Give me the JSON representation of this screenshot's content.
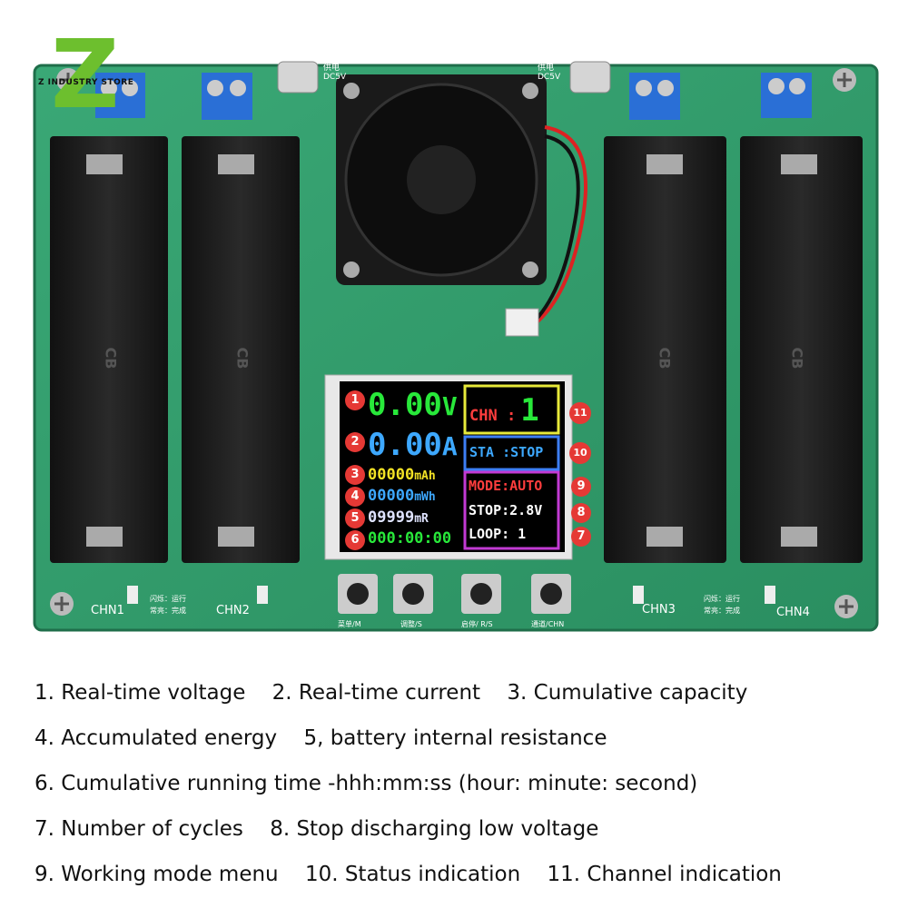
{
  "brand": {
    "logo_letter": "Z",
    "name": "Z INDUSTRY STORE"
  },
  "board": {
    "power_labels": [
      "供电 DC5V",
      "供电 DC5V"
    ],
    "channel_labels": [
      "CHN1",
      "CHN2",
      "CHN3",
      "CHN4"
    ],
    "led_legend_flash": "闪烁：运行",
    "led_legend_solid": "常亮：完成",
    "cell_marking": "CB",
    "button_labels": [
      "菜单/M",
      "调整/S",
      "启停/ R/S",
      "通道/CHN"
    ]
  },
  "display": {
    "voltage": "0.00",
    "voltage_unit": "V",
    "current": "0.00",
    "current_unit": "A",
    "capacity": "00000",
    "capacity_unit": "mAh",
    "energy": "00000",
    "energy_unit": "mWh",
    "resistance": "09999",
    "resistance_unit": "mR",
    "time": "000:00:00",
    "channel_prefix": "CHN :",
    "channel_value": "1",
    "status": "STA :STOP",
    "mode": "MODE:AUTO",
    "stop": "STOP:2.8V",
    "loop": "LOOP: 1"
  },
  "markers": [
    "1",
    "2",
    "3",
    "4",
    "5",
    "6",
    "7",
    "8",
    "9",
    "10",
    "11"
  ],
  "captions": [
    [
      "1. Real-time voltage",
      "2. Real-time current",
      "3. Cumulative capacity"
    ],
    [
      "4. Accumulated energy",
      "5, battery internal resistance"
    ],
    [
      "6. Cumulative running time -hhh:mm:ss (hour: minute: second)"
    ],
    [
      "7. Number of cycles",
      "8. Stop discharging low voltage"
    ],
    [
      "9. Working mode menu",
      "10. Status indication",
      "11. Channel indication"
    ]
  ],
  "colors": {
    "pcb": "#2e9a6a",
    "holder": "#1d1d1d",
    "terminal": "#2a6fd6",
    "marker": "#e53935",
    "lcd_bg": "#000000"
  }
}
